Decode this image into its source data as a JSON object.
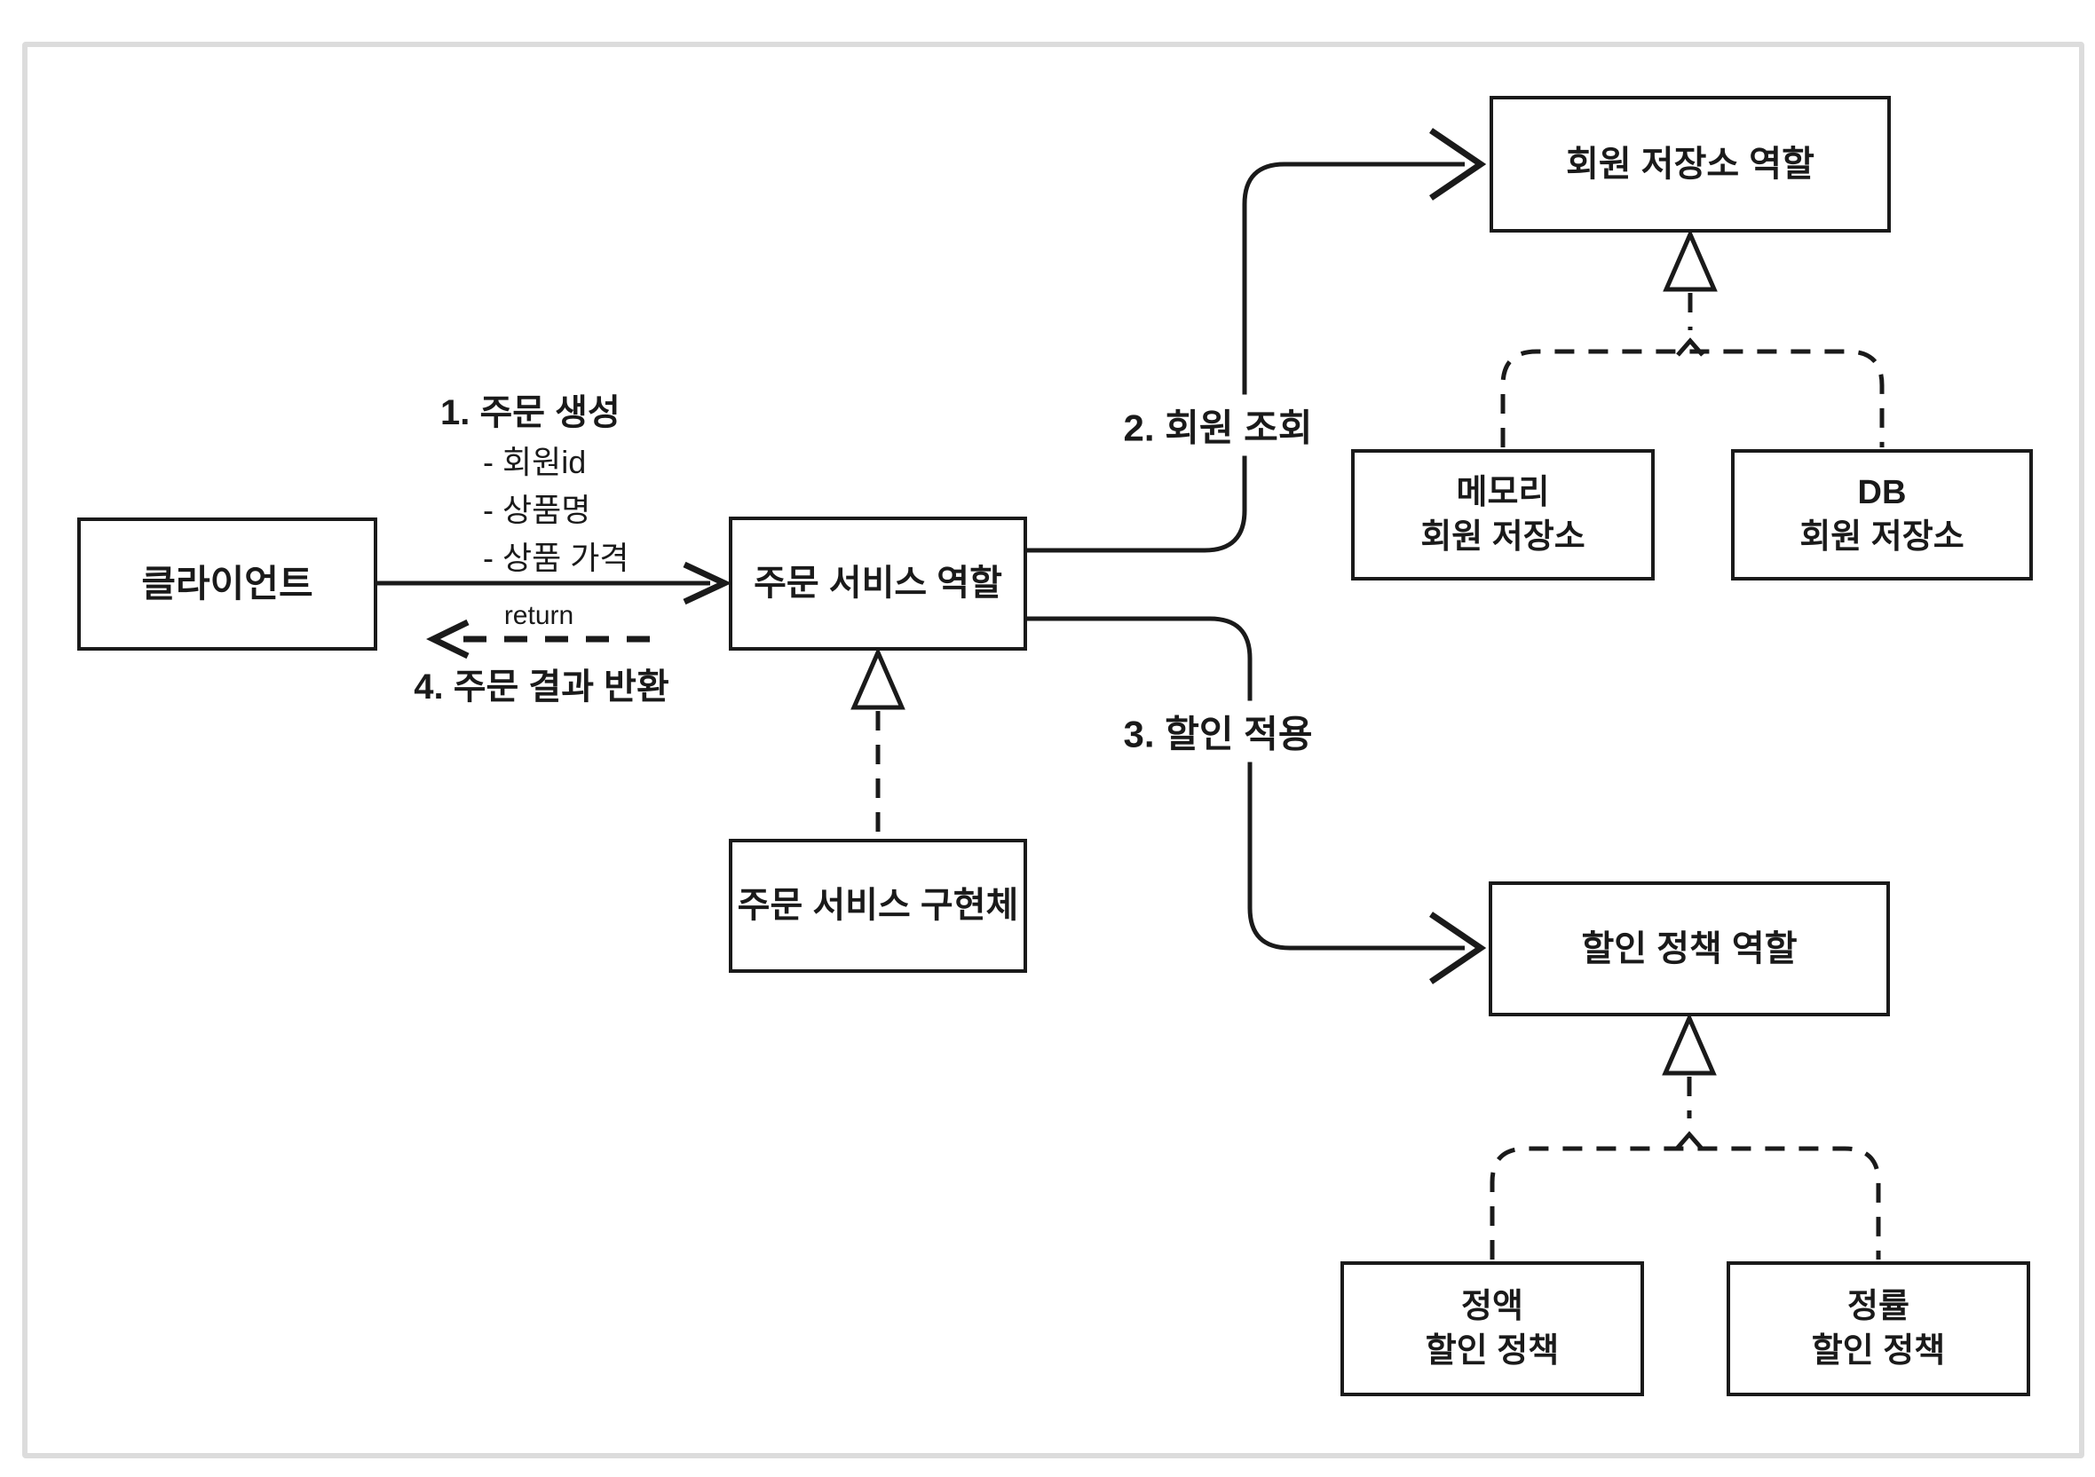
{
  "diagram": {
    "boxes": {
      "client": {
        "label": "클라이언트"
      },
      "order_service_role": {
        "label": "주문 서비스 역할"
      },
      "order_service_impl": {
        "label": "주문 서비스 구현체"
      },
      "member_repository_role": {
        "label": "회원 저장소 역할"
      },
      "memory_member_repository": {
        "line1": "메모리",
        "line2": "회원 저장소"
      },
      "db_member_repository": {
        "line1": "DB",
        "line2": "회원 저장소"
      },
      "discount_policy_role": {
        "label": "할인 정책 역할"
      },
      "fixed_amount_discount_policy": {
        "line1": "정액",
        "line2": "할인 정책"
      },
      "fixed_rate_discount_policy": {
        "line1": "정률",
        "line2": "할인 정책"
      }
    },
    "flow_labels": {
      "step1_title": "1. 주문 생성",
      "step1_params": [
        "- 회원id",
        "- 상품명",
        "- 상품 가격"
      ],
      "step2": "2. 회원 조회",
      "step3": "3. 할인 적용",
      "step4": "4. 주문 결과 반환",
      "return_note": "return"
    },
    "colors": {
      "ink": "#1a1a1a",
      "box_bg": "#ffffff",
      "card_border": "#dcdcdc",
      "page_bg": "#ffffff"
    }
  }
}
